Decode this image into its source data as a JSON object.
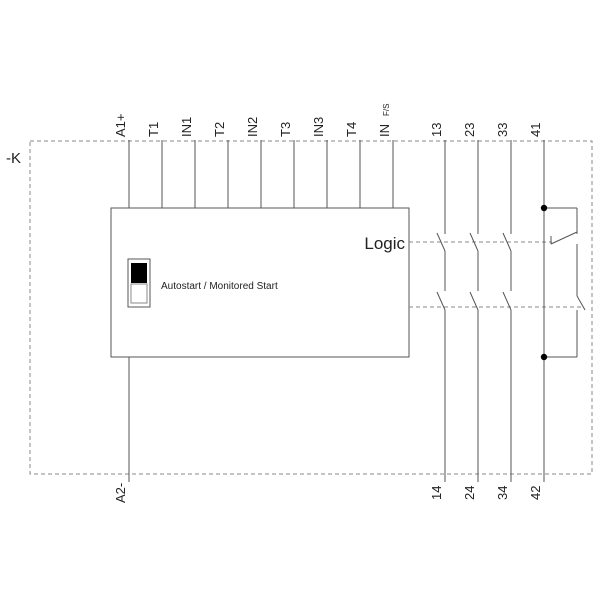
{
  "device_label": "-K",
  "logic_label": "Logic",
  "switch_label": "Autostart / Monitored Start",
  "top_terminals": [
    "A1+",
    "T1",
    "IN1",
    "T2",
    "IN2",
    "T3",
    "IN3",
    "T4",
    "IN"
  ],
  "top_terminal_subscript": "F/S",
  "bottom_terminal_a2": "A2-",
  "contact_top_terminals": [
    "13",
    "23",
    "33",
    "41"
  ],
  "contact_bottom_terminals": [
    "14",
    "24",
    "34",
    "42"
  ],
  "colors": {
    "line": "#555555",
    "dashed": "#8a8a8a",
    "switch_fill": "#000000"
  }
}
